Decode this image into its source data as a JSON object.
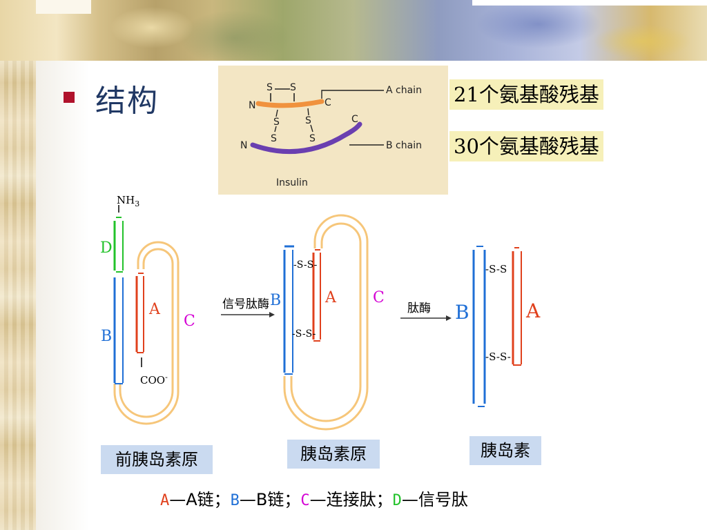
{
  "slide": {
    "title": "结构"
  },
  "insulin_figure": {
    "caption": "Insulin",
    "a_chain_label": "A chain",
    "b_chain_label": "B chain",
    "n_label": "N",
    "c_label": "C",
    "s_label": "S",
    "a_chain_color": "#f0923e",
    "b_chain_color": "#6a3fb0"
  },
  "chain_info": {
    "a_chain_residues": "21个氨基酸残基",
    "b_chain_residues": "30个氨基酸残基"
  },
  "preproinsulin": {
    "nh3": "NH",
    "nh3_sub": "3",
    "coo": "COO",
    "coo_sup": "-",
    "label_d": "D",
    "label_a": "A",
    "label_b": "B",
    "label_c": "C",
    "name": "前胰岛素原"
  },
  "arrow1": {
    "label": "信号肽酶"
  },
  "proinsulin": {
    "label_a": "A",
    "label_b": "B",
    "label_c": "C",
    "disulfide_1": "-S-S-",
    "disulfide_2": "-S-S-",
    "name": "胰岛素原"
  },
  "arrow2": {
    "label": "肽酶"
  },
  "insulin": {
    "label_a": "A",
    "label_b": "B",
    "disulfide_1": "-S-S",
    "disulfide_2": "-S-S-",
    "name": "胰岛素"
  },
  "legend": {
    "a_key": "A",
    "a_text": "—A链；",
    "b_key": "B",
    "b_text": "—B链；",
    "c_key": "C",
    "c_text": "—连接肽；",
    "d_key": "D",
    "d_text": "—信号肽"
  },
  "colors": {
    "a_chain": "#e0401c",
    "b_chain": "#1f6fd6",
    "c_peptide": "#f6c67a",
    "d_signal": "#22c22a",
    "c_label": "#d400d4",
    "title": "#203864",
    "bullet": "#b0122b",
    "stage_label_bg": "#cadaf0",
    "info_bg": "#f6f0b9"
  }
}
